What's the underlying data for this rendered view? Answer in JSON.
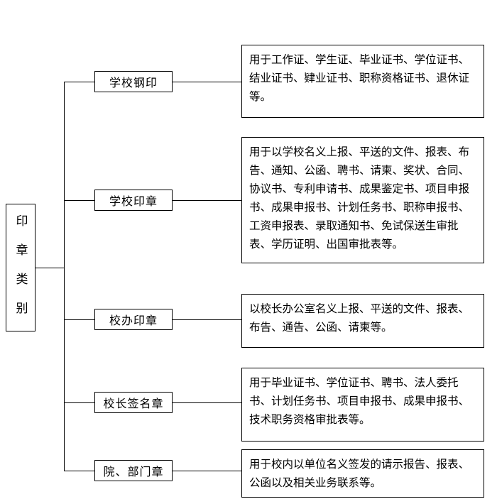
{
  "root": {
    "label": "印章类别"
  },
  "branches": [
    {
      "label": "学校钢印",
      "description": "用于工作证、学生证、毕业证书、学位证书、结业证书、肄业证书、职称资格证书、退休证等。"
    },
    {
      "label": "学校印章",
      "description": "用于以学校名义上报、平送的文件、报表、布告、通知、公函、聘书、请柬、奖状、合同、协议书、专利申请书、成果鉴定书、项目申报书、成果申报书、计划任务书、职称申报书、工资申报表、录取通知书、免试保送生审批表、学历证明、出国审批表等。"
    },
    {
      "label": "校办印章",
      "description": "以校长办公室名义上报、平送的文件、报表、布告、通告、公函、请柬等。"
    },
    {
      "label": "校长签名章",
      "description": "用于毕业证书、学位证书、聘书、法人委托书、计划任务书、项目申报书、成果申报书、技术职务资格审批表等。"
    },
    {
      "label": "院、部门章",
      "description": "用于校内以单位名义签发的请示报告、报表、公函以及相关业务联系等。"
    }
  ],
  "colors": {
    "line": "#000000",
    "background": "#ffffff",
    "text": "#000000"
  }
}
